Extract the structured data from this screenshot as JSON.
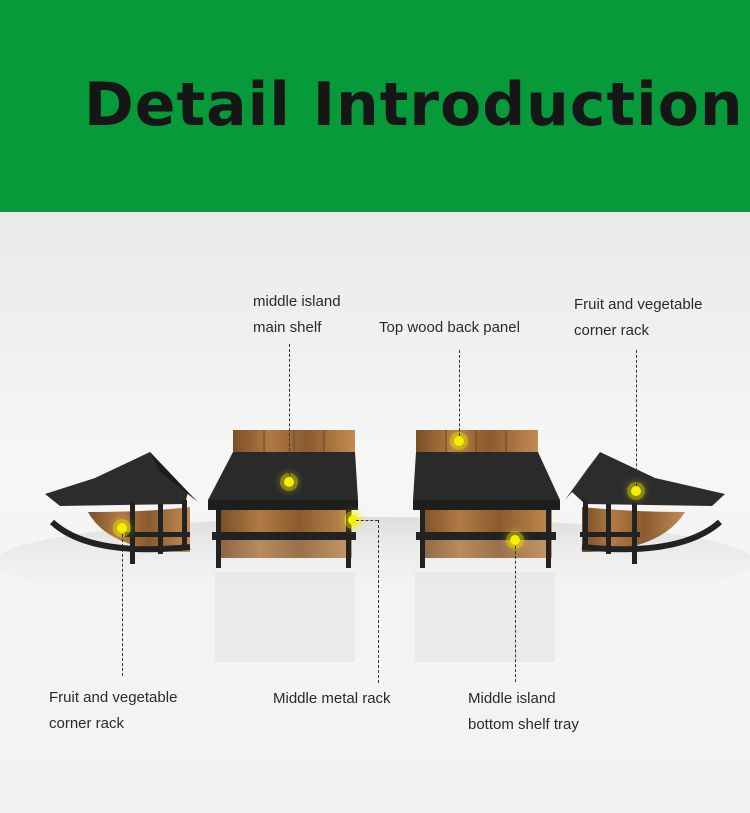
{
  "banner": {
    "title": "Detail Introduction",
    "color": "#069a3a"
  },
  "labels": {
    "middle_island_main_shelf": {
      "line1": "middle island",
      "line2": "main shelf"
    },
    "top_wood_back_panel": {
      "line1": "Top wood back panel"
    },
    "corner_rack_right": {
      "line1": "Fruit and vegetable",
      "line2": "corner rack"
    },
    "corner_rack_left": {
      "line1": "Fruit and vegetable",
      "line2": "corner rack"
    },
    "middle_metal_rack": {
      "line1": "Middle metal rack"
    },
    "bottom_shelf_tray": {
      "line1": "Middle island",
      "line2": "bottom shelf tray"
    }
  },
  "colors": {
    "hotspot": "#f5f000",
    "wood": "#9a6a3a",
    "metal": "#2b2b2b"
  }
}
